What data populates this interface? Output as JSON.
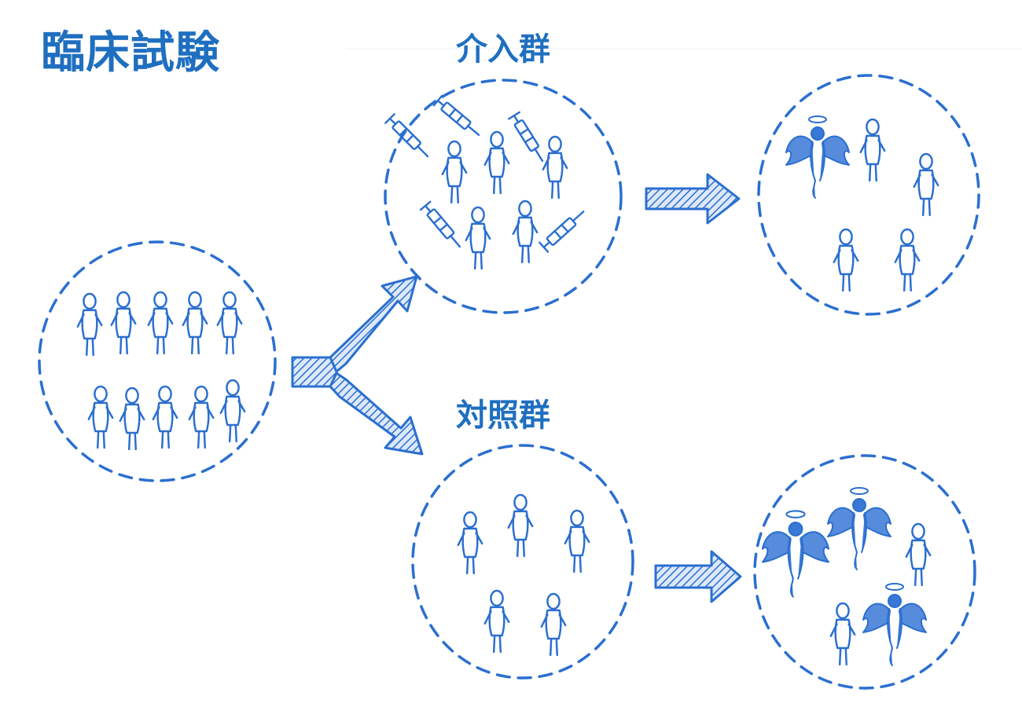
{
  "title": "臨床試験",
  "groups": {
    "intervention": {
      "label": "介入群"
    },
    "control": {
      "label": "対照群"
    }
  },
  "colors": {
    "ink": "#2b6fcf",
    "fill": "#3a78d6",
    "title": "#1f6fc0"
  },
  "icons": [
    "person-icon",
    "angel-icon",
    "syringe-icon",
    "arrow-icon"
  ]
}
